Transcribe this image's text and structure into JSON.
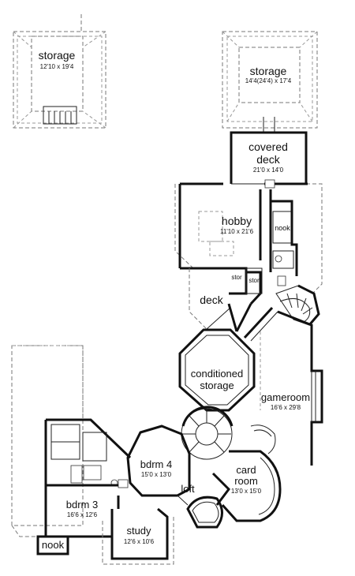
{
  "rooms": {
    "storage_left": {
      "name": "storage",
      "dim": "12'10 x 19'4"
    },
    "storage_right": {
      "name": "storage",
      "dim": "14'4(24'4) x 17'4"
    },
    "covered_deck": {
      "name1": "covered",
      "name2": "deck",
      "dim": "21'0 x 14'0"
    },
    "hobby": {
      "name": "hobby",
      "dim": "11'10 x 21'6"
    },
    "nook_top": {
      "name": "nook"
    },
    "stor1": {
      "name": "stor"
    },
    "stor2": {
      "name": "stor"
    },
    "deck": {
      "name": "deck"
    },
    "conditioned_storage": {
      "name1": "conditioned",
      "name2": "storage"
    },
    "gameroom": {
      "name": "gameroom",
      "dim": "16'6 x 29'8"
    },
    "bdrm4": {
      "name": "bdrm 4",
      "dim": "15'0 x 13'0"
    },
    "card_room": {
      "name1": "card",
      "name2": "room",
      "dim": "13'0 x 15'0"
    },
    "loft": {
      "name": "loft"
    },
    "bdrm3": {
      "name": "bdrm 3",
      "dim": "16'6 x 12'6"
    },
    "study": {
      "name": "study",
      "dim": "12'6 x 10'6"
    },
    "nook_bottom": {
      "name": "nook"
    }
  }
}
